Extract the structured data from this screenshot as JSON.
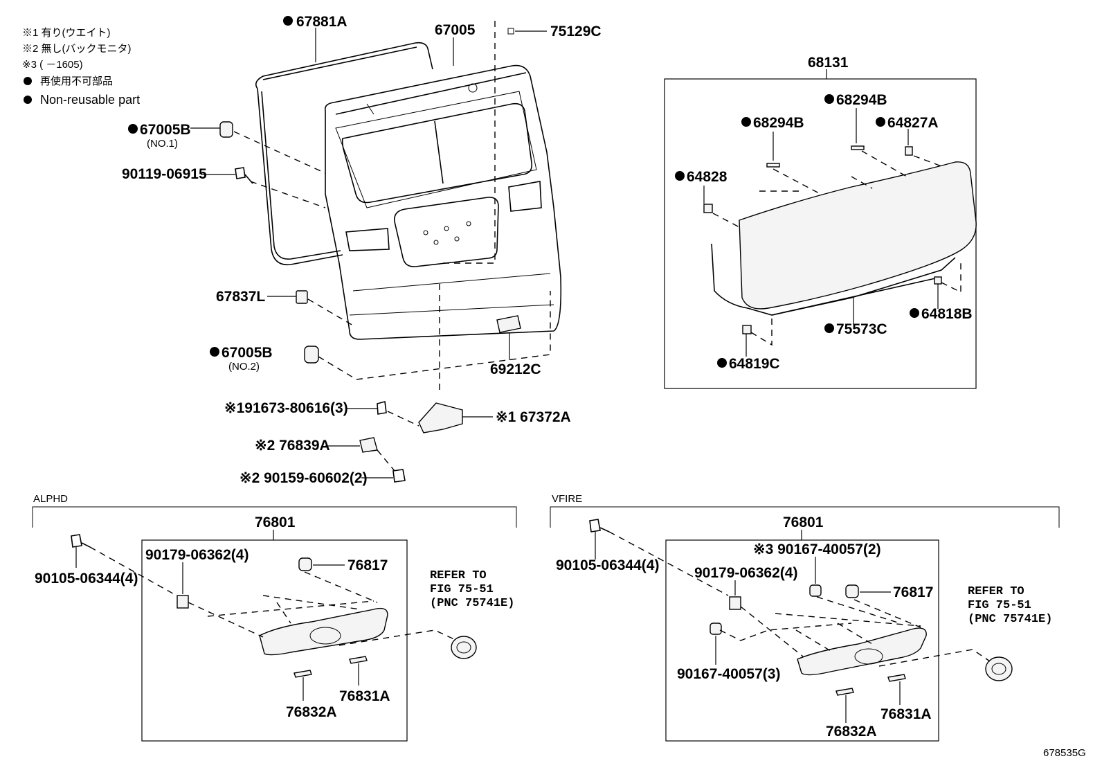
{
  "legend": {
    "note1": "※1 有り(ウエイト)",
    "note2": "※2 無し(バックモニタ)",
    "note3": "※3 (   －1605)",
    "bullet_label_jp": "再使用不可部品",
    "bullet_label_en": "Non-reusable part"
  },
  "parts": {
    "p67881A": "67881A",
    "p67005": "67005",
    "p75129C": "75129C",
    "p67005B_1": "67005B",
    "no1": "(NO.1)",
    "p90119": "90119-06915",
    "p67837L": "67837L",
    "p67005B_2": "67005B",
    "no2": "(NO.2)",
    "p69212C": "69212C",
    "p91673": "※191673-80616(3)",
    "p67372A": "※1 67372A",
    "p76839A": "※2 76839A",
    "p90159": "※2 90159-60602(2)",
    "p68131": "68131",
    "p68294B_a": "68294B",
    "p68294B_b": "68294B",
    "p64827A": "64827A",
    "p64828": "64828",
    "p64818B": "64818B",
    "p75573C": "75573C",
    "p64819C": "64819C"
  },
  "alphd": {
    "section_label": "ALPHD",
    "group": "76801",
    "p90105": "90105-06344(4)",
    "p90179": "90179-06362(4)",
    "p76817": "76817",
    "refer1": "REFER TO",
    "refer2": "FIG 75-51",
    "refer3": "(PNC 75741E)",
    "p76831A": "76831A",
    "p76832A": "76832A"
  },
  "vfire": {
    "section_label": "VFIRE",
    "group": "76801",
    "p90105": "90105-06344(4)",
    "p90167_2": "※3 90167-40057(2)",
    "p90179": "90179-06362(4)",
    "p76817": "76817",
    "p90167_3": "90167-40057(3)",
    "refer1": "REFER TO",
    "refer2": "FIG 75-51",
    "refer3": "(PNC 75741E)",
    "p76831A": "76831A",
    "p76832A": "76832A"
  },
  "figure_id": "678535G"
}
